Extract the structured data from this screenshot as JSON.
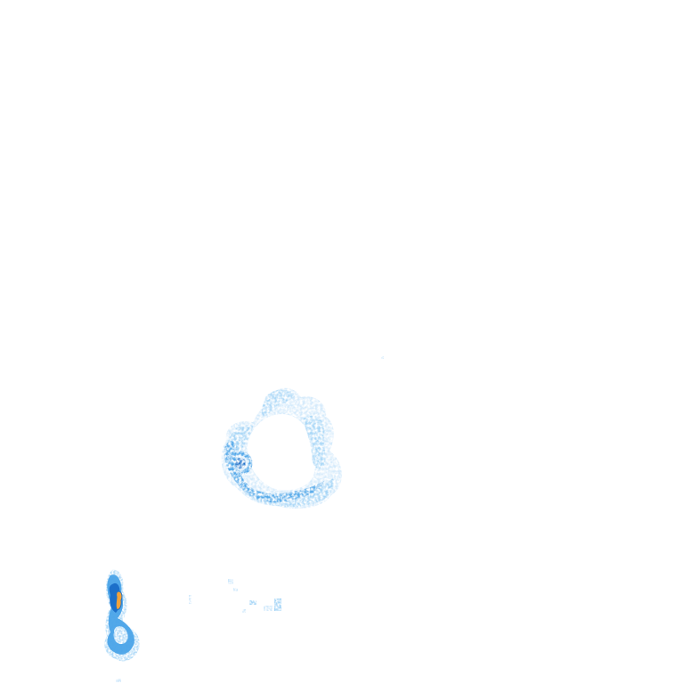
{
  "map": {
    "background": "#ffffff",
    "type": "precipitation-radar-overlay",
    "palette": {
      "very_light": "#cfe8fb",
      "light": "#9fd2f6",
      "medium": "#4aa3e8",
      "heavy": "#1c6fc9",
      "peak": "#f2a23a"
    },
    "echoes": [
      {
        "name": "central-rain-cell",
        "intensity_levels": [
          "very_light",
          "light",
          "medium",
          "heavy"
        ]
      },
      {
        "name": "southwest-rain-cell",
        "intensity_levels": [
          "light",
          "medium",
          "heavy",
          "peak"
        ]
      },
      {
        "name": "scattered-light-echoes",
        "intensity_levels": [
          "very_light",
          "light"
        ]
      }
    ]
  }
}
